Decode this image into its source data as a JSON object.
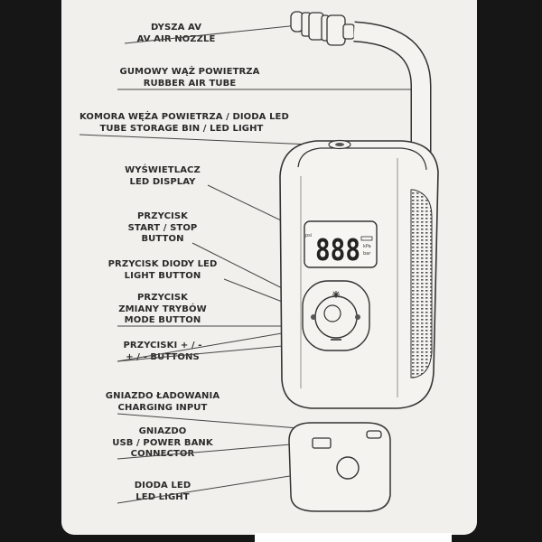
{
  "labels": {
    "nozzle": {
      "pl": "DYSZA AV",
      "en": "AV AIR NOZZLE"
    },
    "tube": {
      "pl": "GUMOWY WĄŻ POWIETRZA",
      "en": "RUBBER AIR TUBE"
    },
    "storage": {
      "pl": "KOMORA WĘŻA POWIETRZA / DIODA LED",
      "en": "TUBE STORAGE BIN / LED LIGHT"
    },
    "display": {
      "pl": "WYŚWIETLACZ",
      "en": "LED DISPLAY"
    },
    "start_stop": {
      "pl": "PRZYCISK",
      "en1": "START / STOP",
      "en2": "BUTTON"
    },
    "led_button": {
      "pl": "PRZYCISK DIODY LED",
      "en": "LIGHT BUTTON"
    },
    "mode_button": {
      "pl1": "PRZYCISK",
      "pl2": "ZMIANY TRYBÓW",
      "en": "MODE BUTTON"
    },
    "plus_minus": {
      "pl": "PRZYCISKI + / -",
      "en": "+ / - BUTTONS"
    },
    "charging": {
      "pl": "GNIAZDO ŁADOWANIA",
      "en": "CHARGING INPUT"
    },
    "usb": {
      "pl": "GNIAZDO",
      "en1": "USB / POWER BANK",
      "en2": "CONNECTOR"
    },
    "led_light": {
      "pl": "DIODA LED",
      "en": "LED LIGHT"
    }
  },
  "display": {
    "digits": "888",
    "unit_left": "psi",
    "unit_right_1": "kPa",
    "unit_right_2": "bar"
  }
}
